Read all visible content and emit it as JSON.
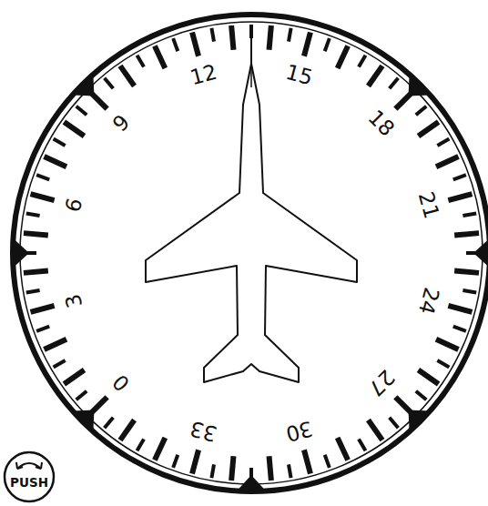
{
  "diagram": {
    "nodes": [
      {
        "text": [
          "PUSH"
        ]
      }
    ],
    "labels": [
      "0",
      "3",
      "6",
      "9",
      "12",
      "15",
      "18",
      "21",
      "24",
      "27",
      "30",
      "33"
    ]
  }
}
